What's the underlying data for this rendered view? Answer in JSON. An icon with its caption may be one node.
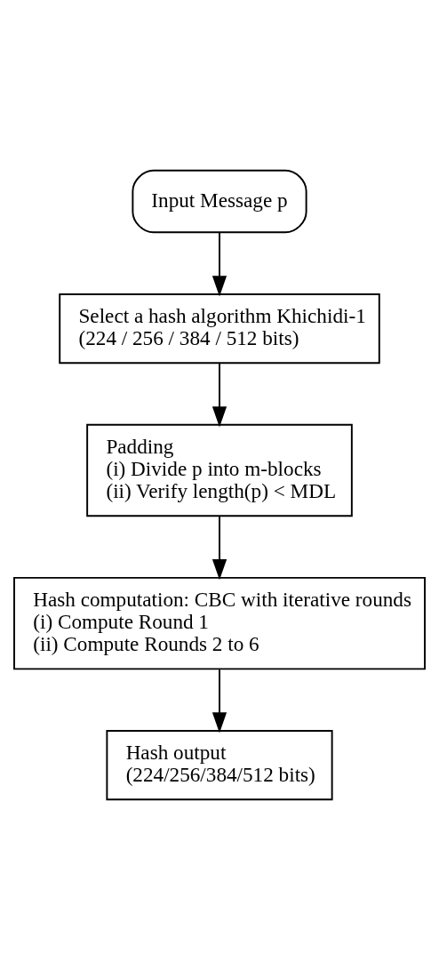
{
  "diagram": {
    "nodes": [
      {
        "text": [
          "Input Message p"
        ]
      },
      {
        "text": [
          "Select a hash algorithm Khichidi-1",
          "(224 / 256 / 384 / 512 bits)"
        ]
      },
      {
        "text": [
          "Padding",
          "(i) Divide p into m-blocks",
          "(ii) Verify length(p) < MDL"
        ]
      },
      {
        "text": [
          "Hash computation: CBC with iterative rounds",
          "(i) Compute Round 1",
          "(ii) Compute Rounds 2 to 6"
        ]
      },
      {
        "text": [
          "Hash output",
          "(224/256/384/512 bits)"
        ]
      }
    ],
    "edges": [
      {
        "from": 0,
        "to": 1,
        "arrow": "to"
      },
      {
        "from": 1,
        "to": 2,
        "arrow": "to"
      },
      {
        "from": 2,
        "to": 3,
        "arrow": "to"
      },
      {
        "from": 3,
        "to": 4,
        "arrow": "to"
      }
    ]
  }
}
